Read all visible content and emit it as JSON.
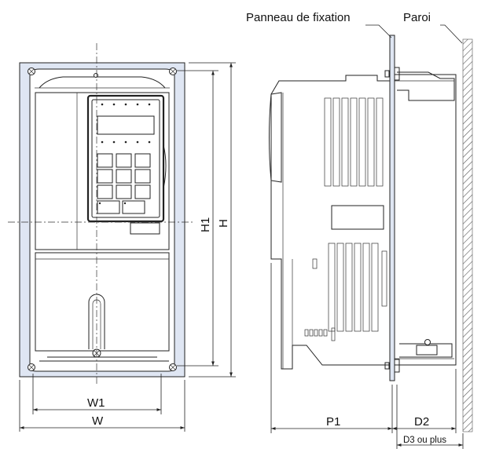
{
  "labels": {
    "mounting_panel": "Panneau de fixation",
    "wall": "Paroi",
    "w1": "W1",
    "w": "W",
    "h1": "H1",
    "h": "H",
    "p1": "P1",
    "d2": "D2",
    "d3": "D3 ou plus"
  },
  "colors": {
    "frame_fill": "#dfe6f3",
    "body_fill": "#ffffff",
    "line": "#222222",
    "wall_hatch": "#555555"
  }
}
